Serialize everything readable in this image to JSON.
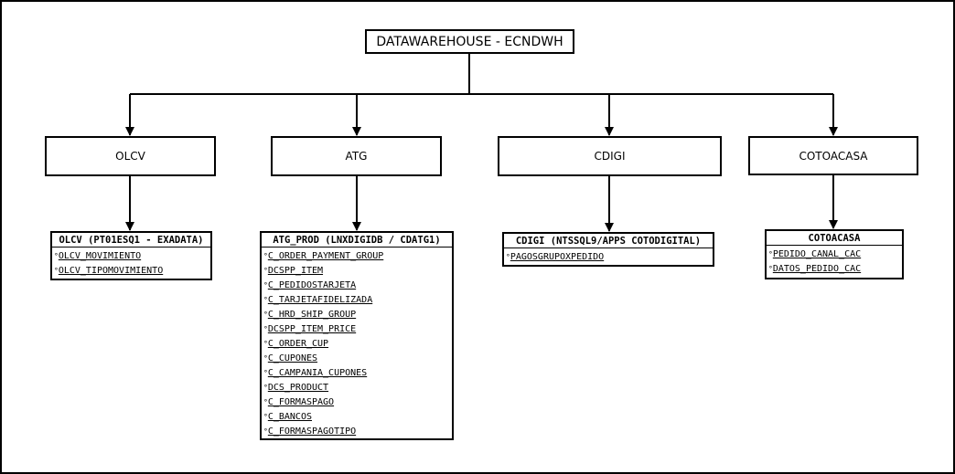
{
  "root": {
    "label": "DATAWAREHOUSE - ECNDWH"
  },
  "sources": [
    {
      "label": "OLCV",
      "table": {
        "title": "OLCV (PT01ESQ1 - EXADATA)",
        "columns": [
          "OLCV_MOVIMIENTO",
          "OLCV_TIPOMOVIMIENTO"
        ]
      }
    },
    {
      "label": "ATG",
      "table": {
        "title": "ATG_PROD (LNXDIGIDB / CDATG1)",
        "columns": [
          "C_ORDER_PAYMENT_GROUP",
          "DCSPP_ITEM",
          "C_PEDIDOSTARJETA",
          "C_TARJETAFIDELIZADA",
          "C_HRD_SHIP_GROUP",
          "DCSPP_ITEM_PRICE",
          "C_ORDER_CUP",
          "C_CUPONES",
          "C_CAMPANIA_CUPONES",
          "DCS_PRODUCT",
          "C_FORMASPAGO",
          "C_BANCOS",
          "C_FORMASPAGOTIPO"
        ]
      }
    },
    {
      "label": "CDIGI",
      "table": {
        "title": "CDIGI (NTSSQL9/APPS COTODIGITAL)",
        "columns": [
          "PAGOSGRUPOXPEDIDO"
        ]
      }
    },
    {
      "label": "COTOACASA",
      "table": {
        "title": "COTOACASA",
        "columns": [
          "PEDIDO_CANAL_CAC",
          "DATOS_PEDIDO_CAC"
        ]
      }
    }
  ],
  "key_marker": "°"
}
